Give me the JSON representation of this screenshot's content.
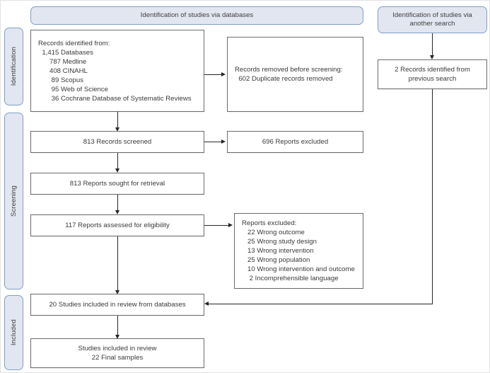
{
  "diagram": {
    "title": "PRISMA flow diagram",
    "colors": {
      "banner_fill": "#e2e6f0",
      "banner_border": "#7f9fc7",
      "box_border": "#6b6b6b",
      "line": "#262626",
      "text": "#3a3a3a",
      "background": "#ffffff"
    }
  },
  "banners": {
    "databases": "Identification of studies via databases",
    "another_search": "Identification of studies via another search"
  },
  "phases": [
    {
      "label": "Identification"
    },
    {
      "label": "Screening"
    },
    {
      "label": "Included"
    }
  ],
  "boxes": {
    "records_identified": {
      "lines": [
        "Records identified from:",
        "  1,415 Databases",
        "      787 Medline",
        "      408 CINAHL",
        "       89 Scopus",
        "       95 Web of Science",
        "       36 Cochrane Database of Systematic Reviews"
      ]
    },
    "records_removed": {
      "lines": [
        "Records removed before screening:",
        "  602 Duplicate records removed"
      ]
    },
    "records_screened": {
      "lines": [
        "813 Records screened"
      ]
    },
    "reports_excluded_screening": {
      "lines": [
        "696 Reports excluded"
      ]
    },
    "reports_sought": {
      "lines": [
        "813 Reports sought for retrieval"
      ]
    },
    "reports_assessed": {
      "lines": [
        "117 Reports assessed for eligibility"
      ]
    },
    "reports_excluded_eligibility": {
      "lines": [
        "Reports excluded:",
        "   22 Wrong outcome",
        "   25 Wrong study design",
        "   13 Wrong intervention",
        "   25 Wrong population",
        "   10 Wrong intervention and outcome",
        "    2 Incomprehensible language"
      ]
    },
    "records_previous_search": {
      "lines": [
        "2 Records identified from",
        "previous search"
      ]
    },
    "studies_included_databases": {
      "lines": [
        "20 Studies included in review from databases"
      ]
    },
    "studies_included_final": {
      "lines": [
        "Studies included in review",
        "22 Final samples"
      ]
    }
  }
}
